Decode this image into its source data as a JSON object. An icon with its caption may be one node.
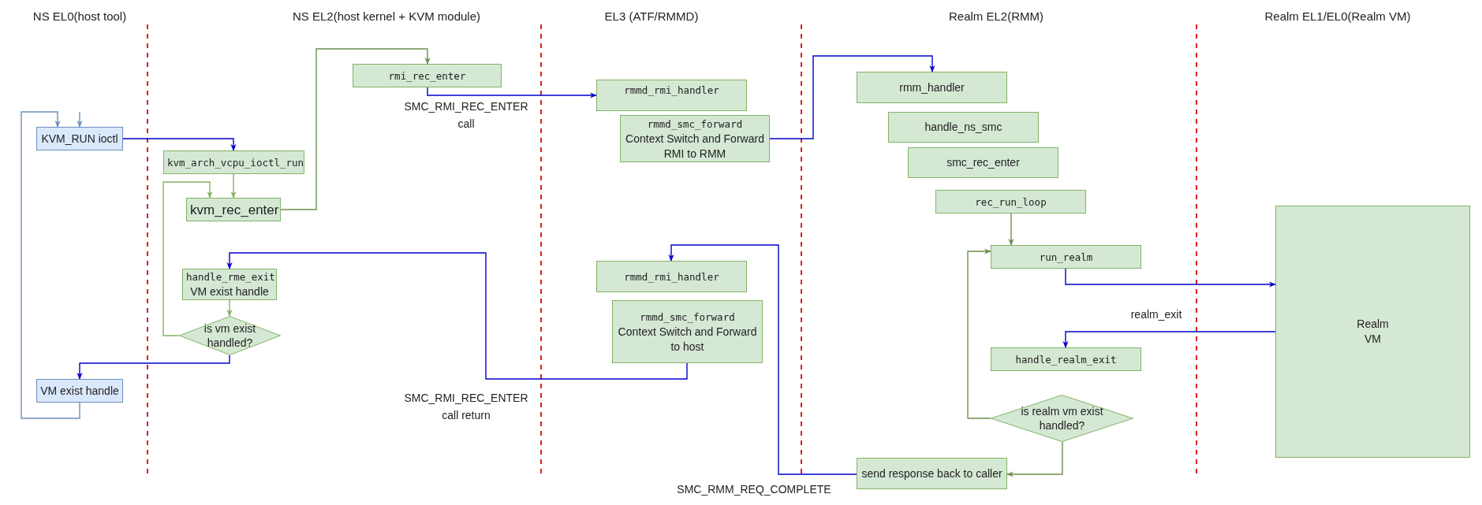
{
  "diagram": {
    "nodes": [
      {
        "text": [
          "KVM_RUN ioctl"
        ]
      },
      {
        "text": [
          "kvm_arch_vcpu_ioctl_run"
        ]
      },
      {
        "text": [
          "kvm_rec_enter"
        ]
      },
      {
        "text": [
          "rmi_rec_enter"
        ]
      },
      {
        "text": [
          "rmmd_rmi_handler"
        ]
      },
      {
        "text": [
          "rmmd_smc_forward",
          "Context Switch and Forward RMI to RMM"
        ]
      },
      {
        "text": [
          "rmm_handler"
        ]
      },
      {
        "text": [
          "handle_ns_smc"
        ]
      },
      {
        "text": [
          "smc_rec_enter"
        ]
      },
      {
        "text": [
          "rec_run_loop"
        ]
      },
      {
        "text": [
          "Realm VM"
        ]
      },
      {
        "text": [
          "run_realm"
        ]
      },
      {
        "text": [
          "handle_rme_exit",
          "VM exist handle"
        ]
      },
      {
        "text": [
          "rmmd_rmi_handler"
        ]
      },
      {
        "text": [
          "rmmd_smc_forward",
          "Context Switch and Forward to host"
        ]
      },
      {
        "text": [
          "handle_realm_exit"
        ]
      },
      {
        "text": [
          "is vm exist handled?"
        ]
      },
      {
        "text": [
          "VM exist handle"
        ]
      },
      {
        "text": [
          "is realm vm exist handled?"
        ]
      },
      {
        "text": [
          "send response back to caller"
        ]
      }
    ],
    "edges": [
      {
        "from": 0,
        "to": 1,
        "arrow": "to"
      },
      {
        "from": 1,
        "to": 2,
        "arrow": "to",
        "color": "#82b366"
      },
      {
        "from": 2,
        "to": 3,
        "arrow": "to",
        "color": "#6d8f4e"
      },
      {
        "from": 3,
        "to": 4,
        "arrow": "to",
        "label": "SMC_RMI_REC_ENTER call"
      },
      {
        "from": 5,
        "to": 6,
        "arrow": "to"
      },
      {
        "from": 9,
        "to": 11,
        "arrow": "to",
        "color": "#6d8f4e"
      },
      {
        "from": 11,
        "to": 10,
        "arrow": "to"
      },
      {
        "from": 10,
        "to": 15,
        "arrow": "to",
        "label": "realm_exit"
      },
      {
        "from": 18,
        "to": 19,
        "arrow": "to",
        "color": "#6d8f4e"
      },
      {
        "from": 18,
        "to": 11,
        "arrow": "to",
        "color": "#6d8f4e"
      },
      {
        "from": 19,
        "to": 13,
        "arrow": "to",
        "label": "SMC_RMM_REQ_COMPLETE"
      },
      {
        "from": 14,
        "to": 12,
        "arrow": "to",
        "label": "SMC_RMI_REC_ENTER call return"
      },
      {
        "from": 12,
        "to": 16,
        "arrow": "to",
        "color": "#82b366"
      },
      {
        "from": 16,
        "to": 2,
        "arrow": "to",
        "color": "#82b366"
      },
      {
        "from": 16,
        "to": 17,
        "arrow": "to"
      },
      {
        "from": 17,
        "to": 0,
        "arrow": "to",
        "color": "#6c8ebf"
      },
      {
        "from": null,
        "to": 0,
        "arrow": "to",
        "color": "#6c8ebf"
      }
    ],
    "labels": [
      "NS EL0(host tool)",
      "NS EL2(host kernel + KVM module)",
      "EL3 (ATF/RMMD)",
      "Realm EL2(RMM)",
      "Realm EL1/EL0(Realm VM)"
    ]
  }
}
